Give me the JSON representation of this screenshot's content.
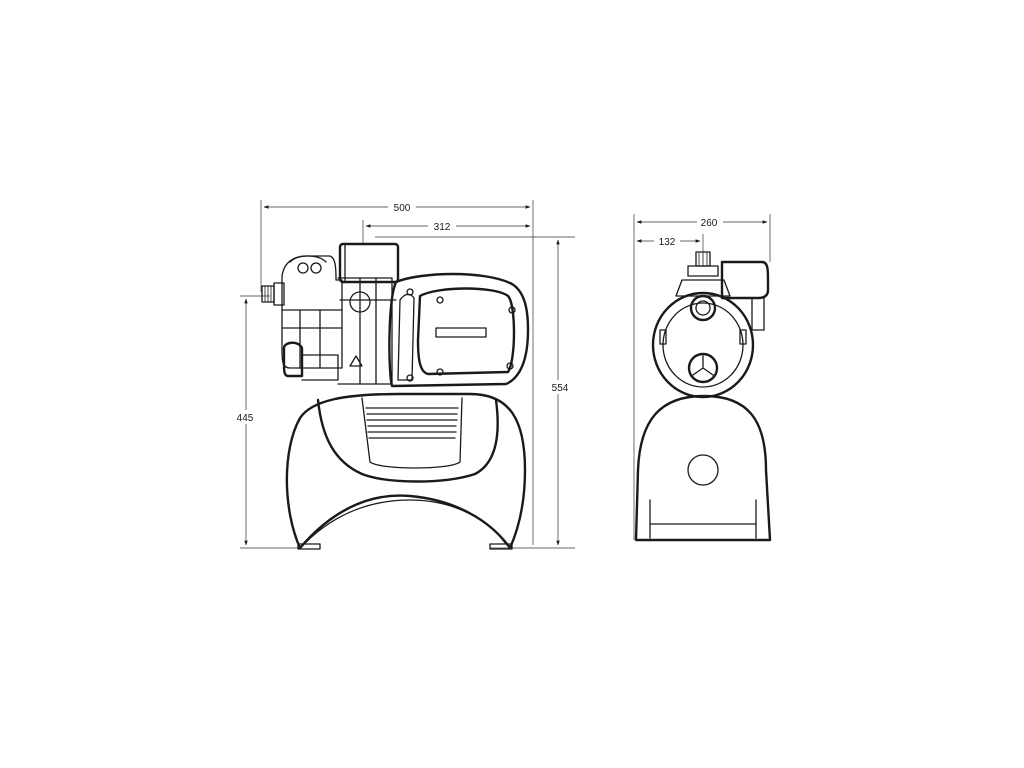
{
  "dimensions": {
    "width_total": "500",
    "width_offset": "312",
    "height_total": "554",
    "height_base": "445",
    "side_width": "260",
    "side_offset": "132"
  },
  "colors": {
    "line": "#1a1a1a",
    "background": "#ffffff"
  }
}
